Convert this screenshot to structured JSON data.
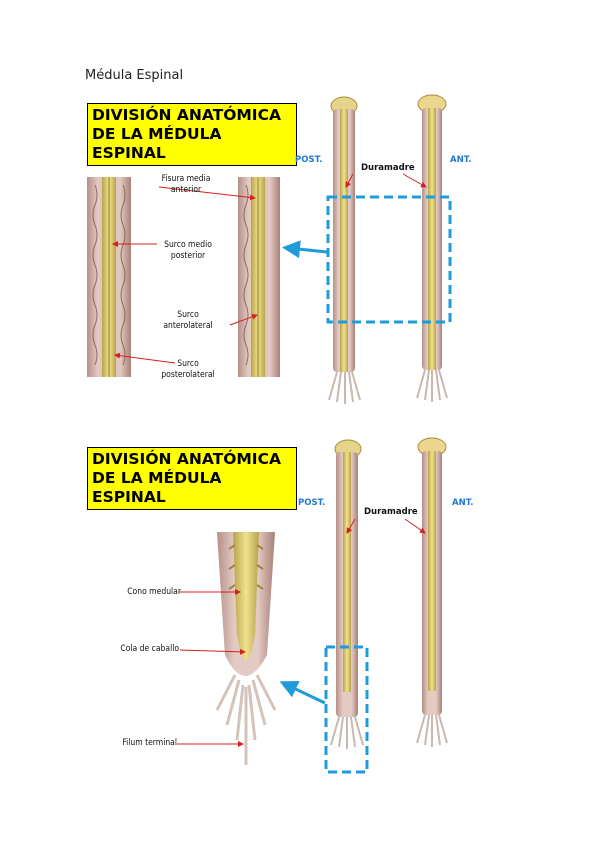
{
  "page": {
    "title": "Médula Espinal"
  },
  "figure1": {
    "banner": [
      "DIVISIÓN ANATÓMICA",
      "DE LA MÉDULA ESPINAL"
    ],
    "labels": {
      "post": "POST.",
      "ant": "ANT.",
      "duramadre": "Duramadre",
      "fisura": [
        "Fisura media",
        "anterior"
      ],
      "surco_medio": [
        "Surco medio",
        "posterior"
      ],
      "anterolateral": [
        "Surco",
        "anterolateral"
      ],
      "posterolateral": [
        "Surco",
        "posterolateral"
      ]
    }
  },
  "figure2": {
    "banner": [
      "DIVISIÓN ANATÓMICA",
      "DE LA MÉDULA ESPINAL"
    ],
    "labels": {
      "post": "POST.",
      "ant": "ANT.",
      "duramadre": "Duramadre",
      "cono": "Cono medular",
      "cola": "Cola de caballo",
      "filum": "Filum terminal"
    }
  },
  "colors": {
    "banner": "#ffff00",
    "blue": "#1f9bdc",
    "arrow_red": "#d42020",
    "cord_yellow": "#d9c96a",
    "dura_pink": "#c9a8a0"
  }
}
